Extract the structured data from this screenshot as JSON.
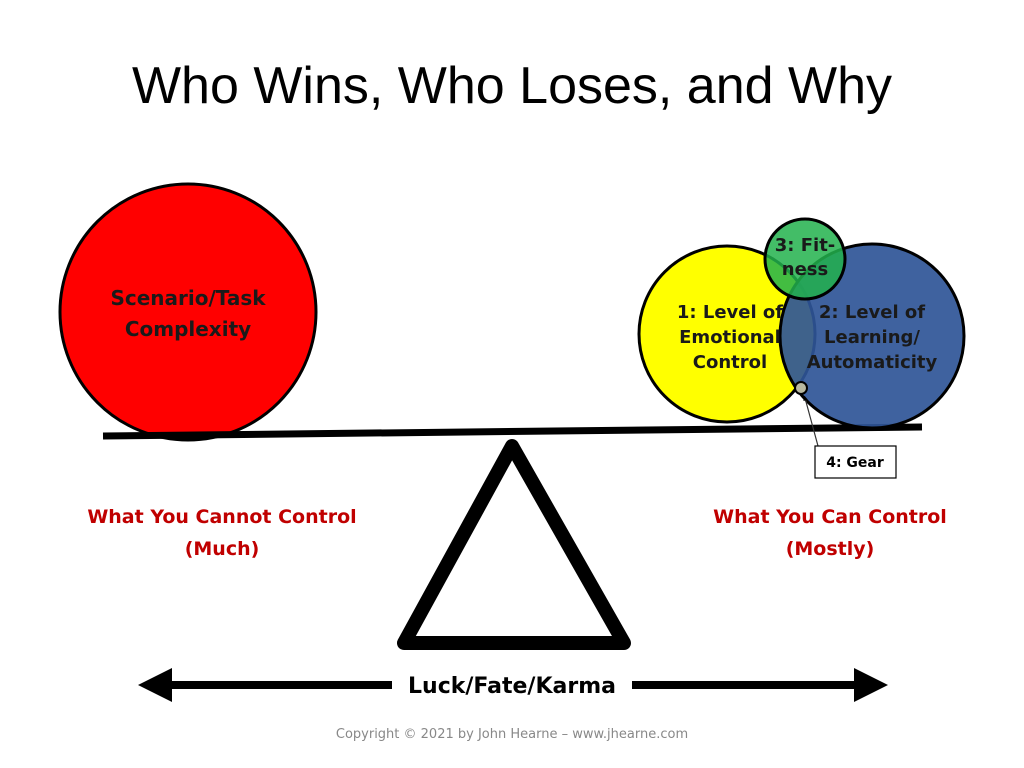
{
  "title": "Who Wins, Who Loses, and Why",
  "left_circle": {
    "line1": "Scenario/Task",
    "line2": "Complexity",
    "color": "#ff0000"
  },
  "circle1": {
    "line1": "1: Level of",
    "line2": "Emotional",
    "line3": "Control",
    "color": "#ffff00"
  },
  "circle2": {
    "line1": "2: Level of",
    "line2": "Learning/",
    "line3": "Automaticity",
    "color": "#2f5597"
  },
  "circle3": {
    "line1": "3: Fit-",
    "line2": "ness",
    "color": "#22b14c"
  },
  "gear": {
    "label": "4: Gear"
  },
  "left_caption": {
    "line1": "What You Cannot Control",
    "line2": "(Much)"
  },
  "right_caption": {
    "line1": "What You Can Control",
    "line2": "(Mostly)"
  },
  "axis_label": "Luck/Fate/Karma",
  "copyright": "Copyright © 2021 by John Hearne – www.jhearne.com"
}
